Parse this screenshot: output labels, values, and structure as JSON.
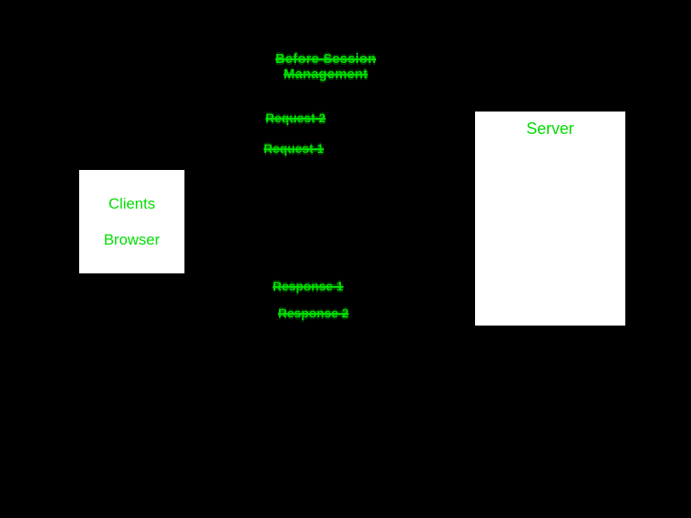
{
  "title": "Before Session Management",
  "colors": {
    "background": "#000000",
    "accent_green": "#00dd00",
    "box_fill": "#ffffff"
  },
  "boxes": {
    "client": {
      "lines": [
        "Clients",
        "Browser"
      ]
    },
    "server": {
      "label": "Server"
    }
  },
  "flow_labels": [
    {
      "id": "request-2",
      "text": "Request 2"
    },
    {
      "id": "request-1",
      "text": "Request 1"
    },
    {
      "id": "response-1",
      "text": "Response 1"
    },
    {
      "id": "response-2",
      "text": "Response 2"
    }
  ]
}
